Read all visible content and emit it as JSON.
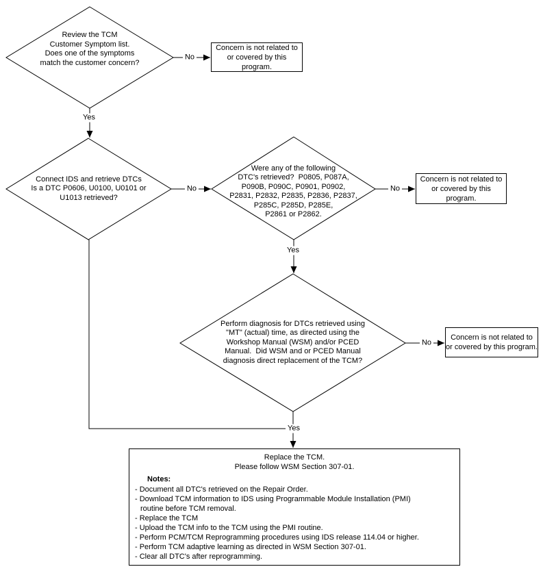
{
  "colors": {
    "line": "#000000",
    "text": "#000000",
    "node_fill": "#ffffff",
    "background": "#ffffff"
  },
  "labels": {
    "yes": "Yes",
    "no": "No"
  },
  "nodes": {
    "decision1": {
      "text": "Review the TCM\nCustomer Symptom list.\nDoes one of the symptoms\nmatch the customer concern?"
    },
    "decision2": {
      "text": "Connect IDS and retrieve DTCs\nIs a DTC P0606, U0100, U0101 or\nU1013 retrieved?"
    },
    "decision3": {
      "text": "Were any of the following\nDTC's retrieved?  P0805, P087A,\nP090B, P090C, P0901, P0902,\nP2831, P2832, P2835, P2836, P2837,\nP285C, P285D, P285E,\nP2861 or P2862."
    },
    "decision4": {
      "text": "Perform diagnosis for DTCs retrieved using\n\"MT\" (actual) time, as directed using the\nWorkshop Manual (WSM) and/or PCED\nManual.  Did WSM and or PCED Manual\ndiagnosis direct replacement of the TCM?"
    },
    "outcome1": {
      "text": "Concern is not related to\nor covered by this program."
    },
    "outcome2": {
      "text": "Concern is not related to\nor covered by this program."
    },
    "outcome3": {
      "text": "Concern is not related to\nor covered by this program."
    },
    "final": {
      "title": "Replace the TCM.",
      "subtitle": "Please follow WSM Section 307-01.",
      "notes_heading": "Notes:",
      "notes": [
        "- Document all DTC's retrieved on the Repair Order.",
        "- Download TCM information to IDS using Programmable Module Installation (PMI)\nroutine before TCM removal.",
        "- Replace the TCM",
        "- Upload the TCM info to the TCM using the PMI routine.",
        "- Perform PCM/TCM Reprogramming procedures using IDS release 114.04 or higher.",
        "- Perform TCM adaptive learning as directed in WSM Section 307-01.",
        "- Clear all DTC's after reprogramming."
      ]
    }
  }
}
